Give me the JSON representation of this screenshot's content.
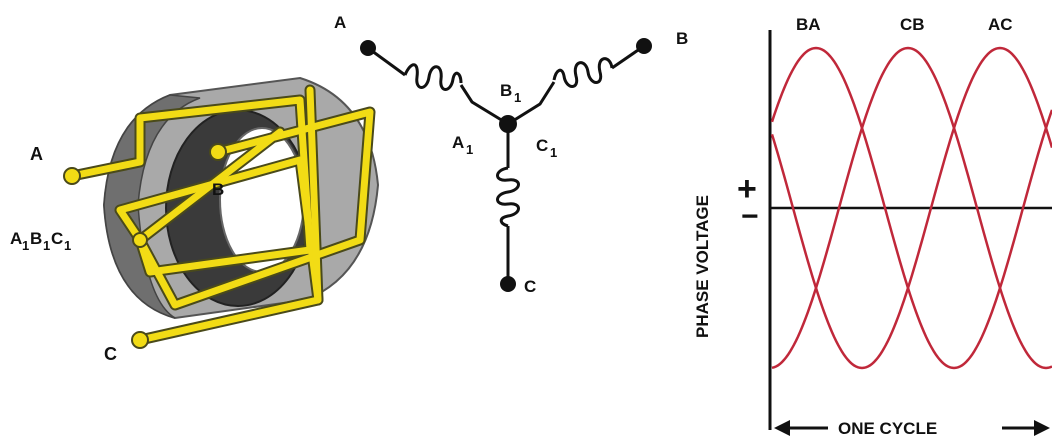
{
  "colors": {
    "wire": "#f2dc15",
    "wire_outline": "#4a4a1a",
    "stator_outer": "#a9a9a9",
    "stator_inner": "#3a3a3a",
    "waveform": "#c0283a",
    "ink": "#111111"
  },
  "stator_diagram": {
    "label_a": "A",
    "label_b": "B",
    "label_c": "C",
    "label_neutral_main": "A",
    "label_neutral_sub1": "1",
    "label_neutral_mid1": "B",
    "label_neutral_sub2": "1",
    "label_neutral_mid2": "C",
    "label_neutral_sub3": "1"
  },
  "wye_schematic": {
    "terminal_a": "A",
    "terminal_b": "B",
    "terminal_c": "C",
    "node_a1_main": "A",
    "node_a1_sub": "1",
    "node_b1_main": "B",
    "node_b1_sub": "1",
    "node_c1_main": "C",
    "node_c1_sub": "1"
  },
  "waveform": {
    "ylabel": "PHASE VOLTAGE",
    "plus_sign": "+",
    "minus_sign": "−",
    "peak_labels": [
      "BA",
      "CB",
      "AC"
    ],
    "cycle_label": "ONE CYCLE"
  }
}
